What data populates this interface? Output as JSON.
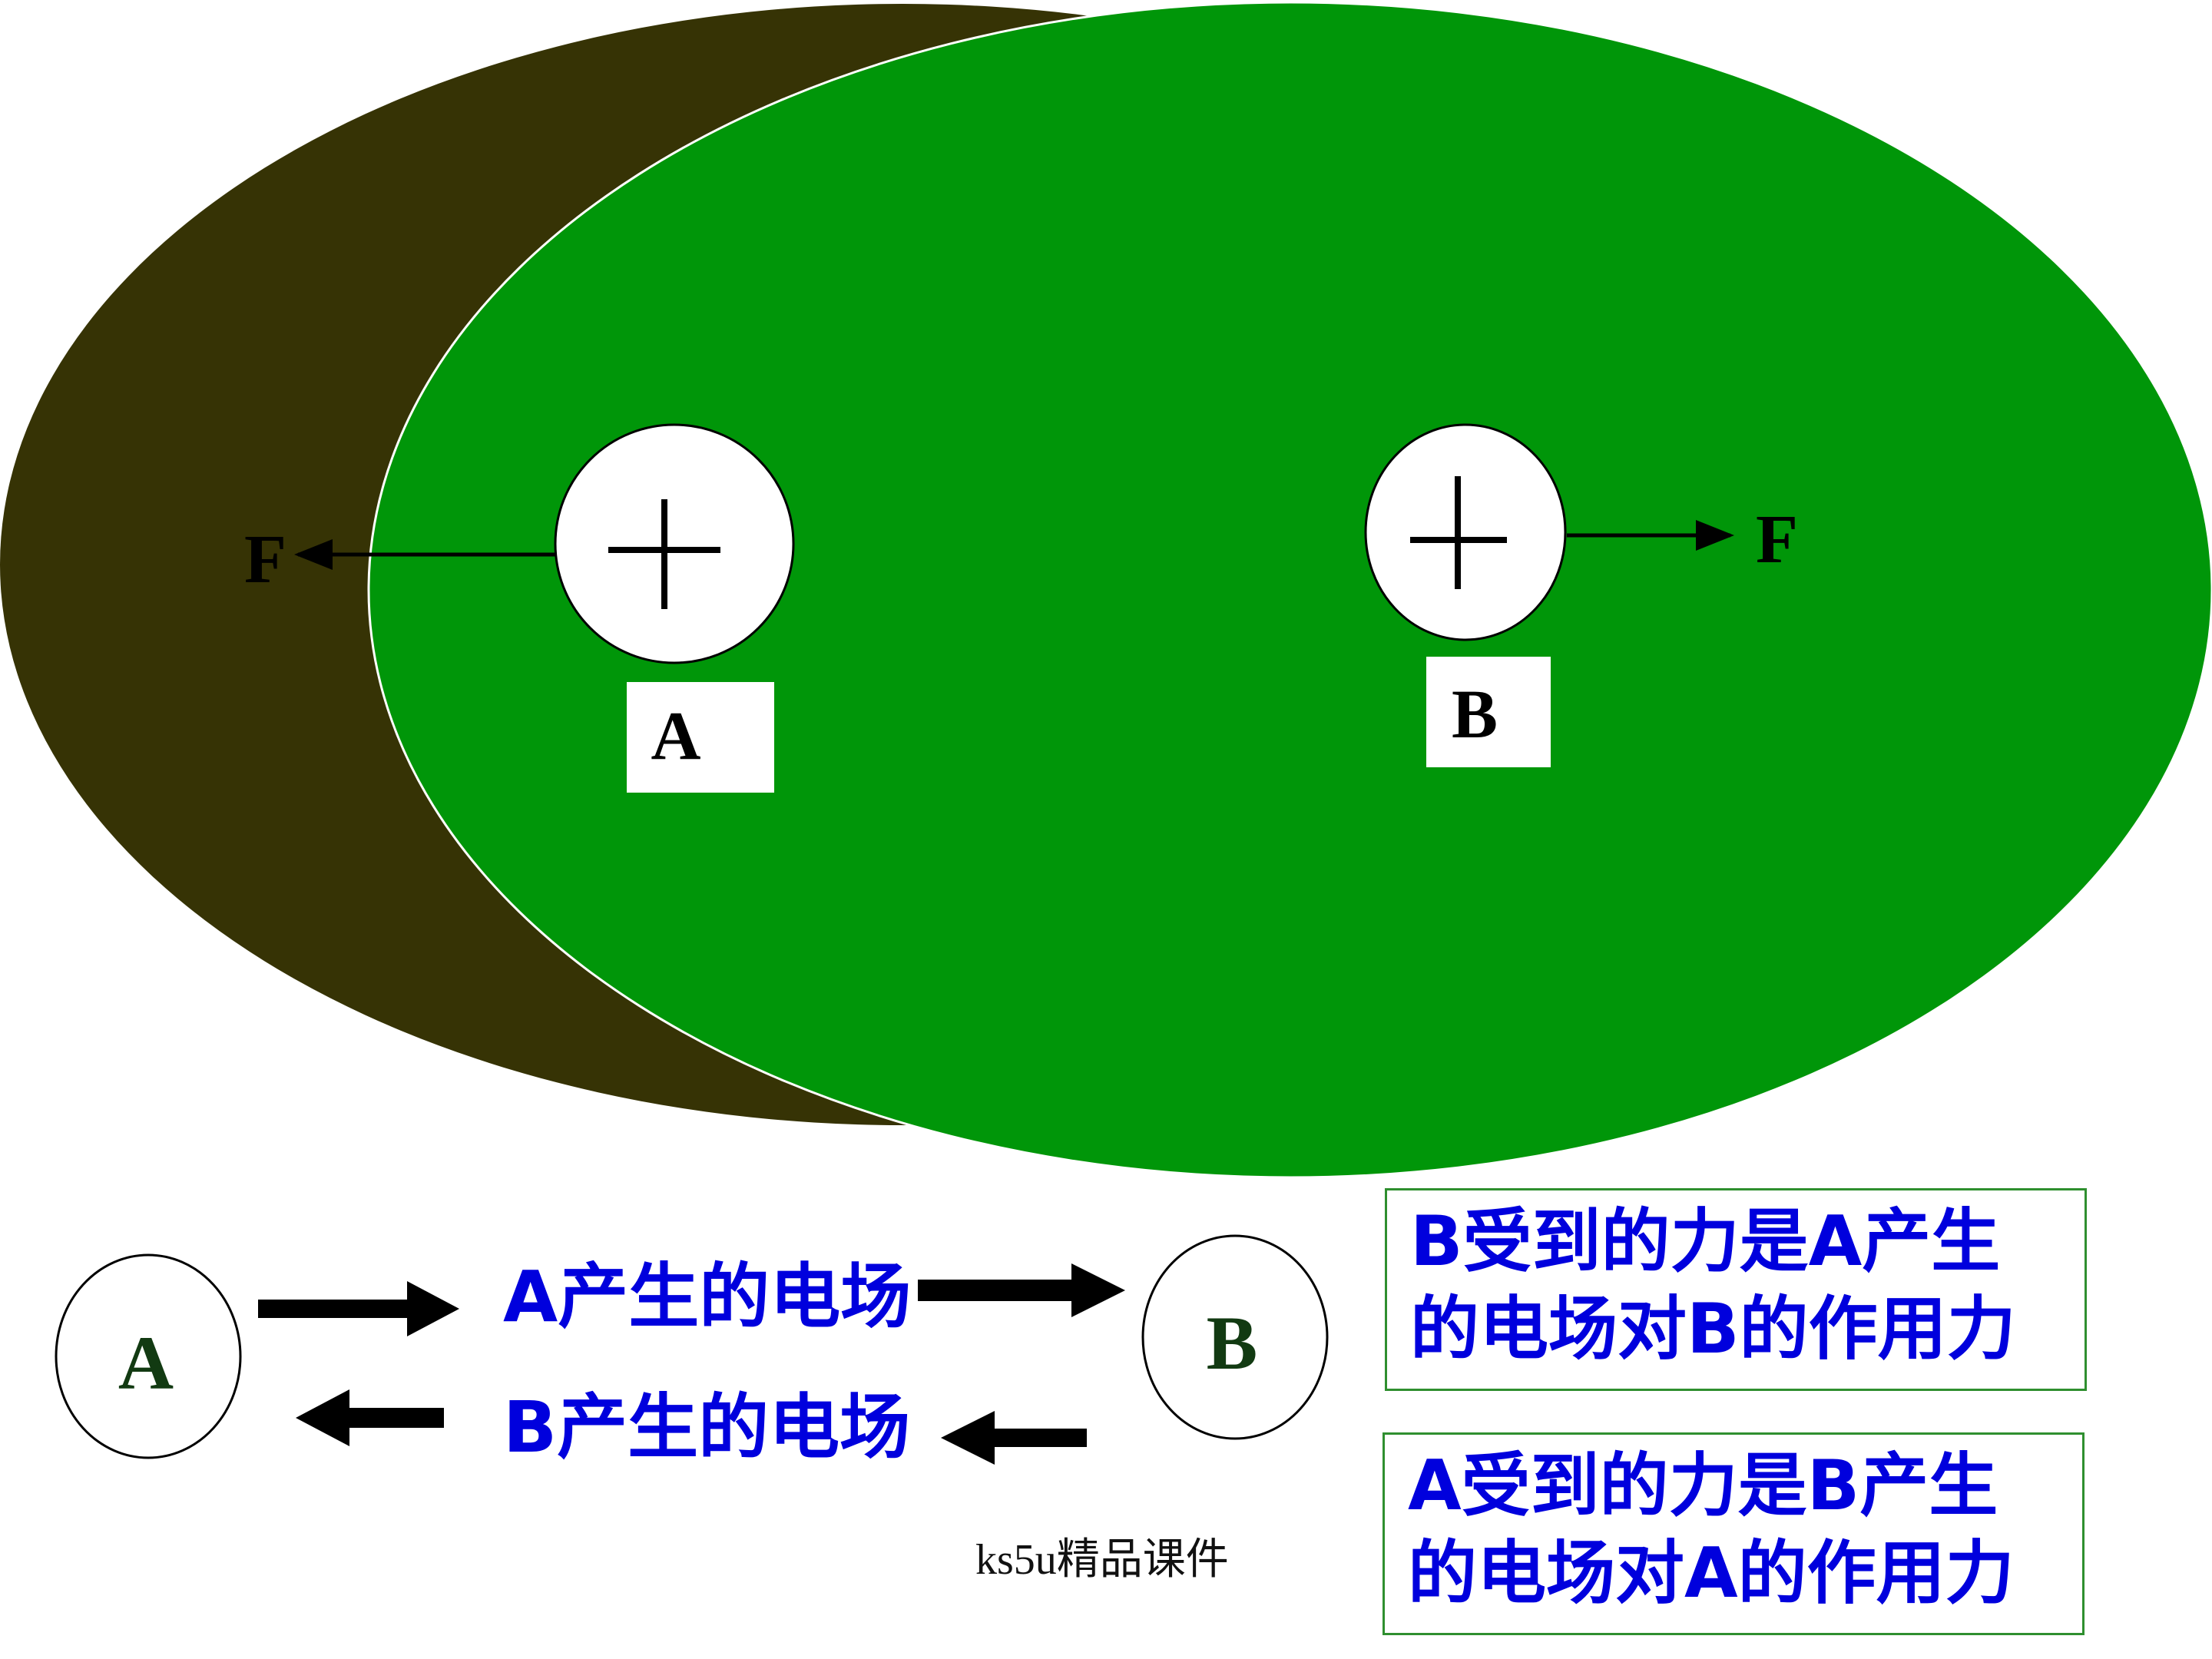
{
  "colors": {
    "field_a": "#363305",
    "field_b": "#009609",
    "text_blue": "#0000dd",
    "text_dark_green": "#123a12",
    "box_border": "#2f8f2f"
  },
  "top": {
    "charge_a": {
      "sign": "+",
      "label": "A"
    },
    "charge_b": {
      "sign": "+",
      "label": "B"
    },
    "force_a_label": "F",
    "force_b_label": "F"
  },
  "bottom": {
    "body_a": "A",
    "body_b": "B",
    "field_a_text": "A产生的电场",
    "field_b_text": "B产生的电场"
  },
  "boxes": {
    "force_on_b": [
      "B受到的力是A产生",
      "的电场对B的作用力"
    ],
    "force_on_a": [
      "A受到的力是B产生",
      "的电场对A的作用力"
    ]
  },
  "footer": "ks5u精品课件"
}
